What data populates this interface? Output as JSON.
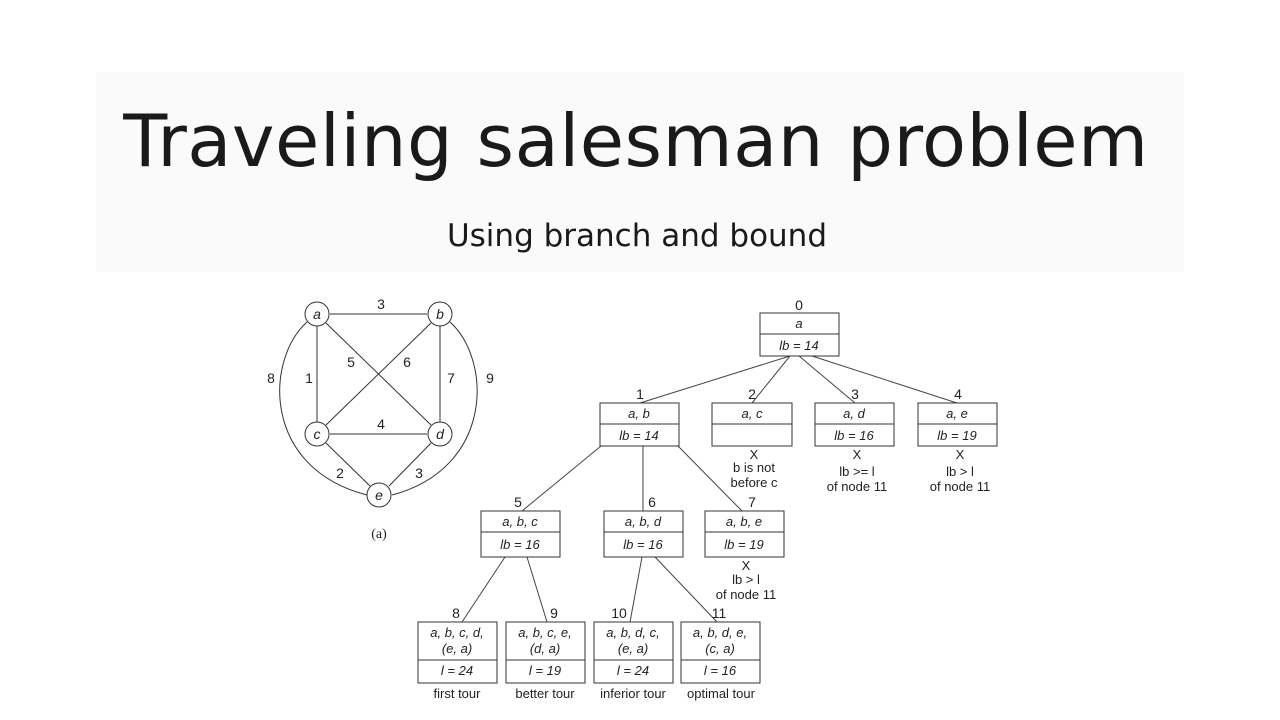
{
  "title": "Traveling salesman problem",
  "subtitle": "Using branch and bound",
  "graph": {
    "caption": "(a)",
    "vertices": [
      "a",
      "b",
      "c",
      "d",
      "e"
    ],
    "edges": [
      {
        "from": "a",
        "to": "b",
        "weight": "3"
      },
      {
        "from": "a",
        "to": "c",
        "weight": "1"
      },
      {
        "from": "a",
        "to": "d",
        "weight": "5"
      },
      {
        "from": "b",
        "to": "c",
        "weight": "6"
      },
      {
        "from": "b",
        "to": "d",
        "weight": "7"
      },
      {
        "from": "c",
        "to": "d",
        "weight": "4"
      },
      {
        "from": "c",
        "to": "e",
        "weight": "2"
      },
      {
        "from": "d",
        "to": "e",
        "weight": "3"
      },
      {
        "from": "a",
        "to": "e",
        "weight": "8"
      },
      {
        "from": "b",
        "to": "e",
        "weight": "9"
      }
    ]
  },
  "tree": {
    "nodes": [
      {
        "id": "0",
        "path": "a",
        "bound": "lb = 14"
      },
      {
        "id": "1",
        "path": "a, b",
        "bound": "lb = 14"
      },
      {
        "id": "2",
        "path": "a, c",
        "bound": "",
        "mark": "X",
        "note": [
          "b is not",
          "before c"
        ]
      },
      {
        "id": "3",
        "path": "a, d",
        "bound": "lb = 16",
        "mark": "X",
        "note": [
          "lb >= l",
          "of node 11"
        ]
      },
      {
        "id": "4",
        "path": "a, e",
        "bound": "lb = 19",
        "mark": "X",
        "note": [
          "lb > l",
          "of node 11"
        ]
      },
      {
        "id": "5",
        "path": "a, b, c",
        "bound": "lb = 16"
      },
      {
        "id": "6",
        "path": "a, b, d",
        "bound": "lb = 16"
      },
      {
        "id": "7",
        "path": "a, b, e",
        "bound": "lb = 19",
        "mark": "X",
        "note": [
          "lb > l",
          "of node 11"
        ]
      },
      {
        "id": "8",
        "path": "a, b, c, d,",
        "path2": "(e, a)",
        "bound": "l = 24",
        "label": "first tour"
      },
      {
        "id": "9",
        "path": "a, b, c, e,",
        "path2": "(d, a)",
        "bound": "l = 19",
        "label": "better tour"
      },
      {
        "id": "10",
        "path": "a, b, d, c,",
        "path2": "(e, a)",
        "bound": "l = 24",
        "label": "inferior tour"
      },
      {
        "id": "11",
        "path": "a, b, d, e,",
        "path2": "(c, a)",
        "bound": "l = 16",
        "label": "optimal tour"
      }
    ]
  }
}
